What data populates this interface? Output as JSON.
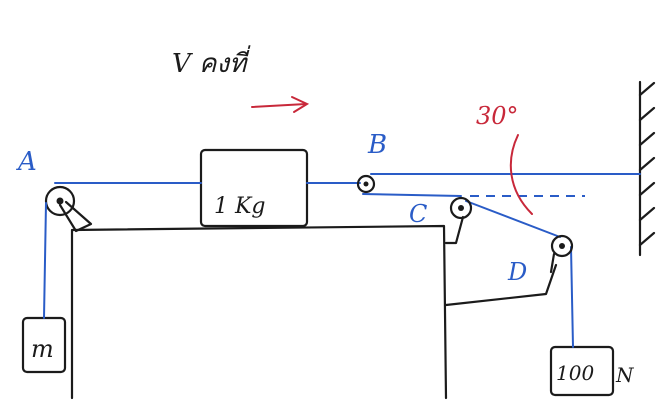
{
  "header": {
    "velocity_note": "V คงที่"
  },
  "points": {
    "a": "A",
    "b": "B",
    "c": "C",
    "d": "D"
  },
  "angle": {
    "label": "30°"
  },
  "masses": {
    "block": "1 Kg",
    "hanging_left": "m",
    "hanging_right": "100",
    "hanging_right_unit": "N"
  },
  "colors": {
    "rope": "#2a5cc7",
    "annotation": "#c8283a",
    "ink": "#1b1b1b"
  }
}
